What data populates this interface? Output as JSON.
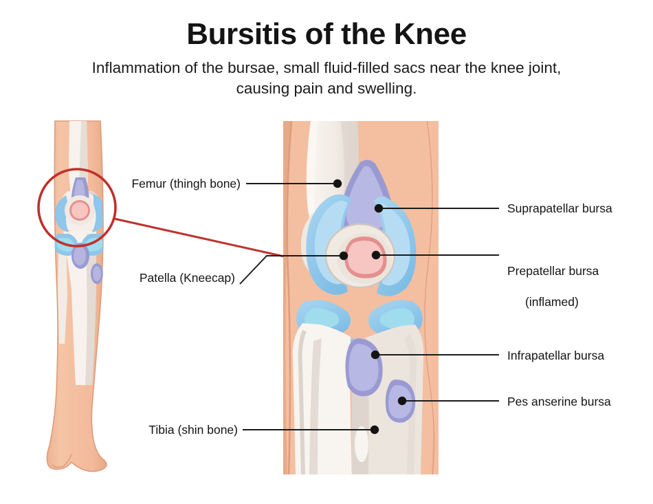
{
  "header": {
    "title": "Bursitis of the Knee",
    "subtitle": "Inflammation of the bursae, small fluid-filled sacs near the knee joint, causing pain and swelling."
  },
  "labels": {
    "femur": "Femur (thingh bone)",
    "patella": "Patella (Kneecap)",
    "tibia": "Tibia (shin bone)",
    "suprapatellar": "Suprapatellar bursa",
    "prepatellar_line1": "Prepatellar bursa",
    "prepatellar_line2": "(inflamed)",
    "infrapatellar": "Infrapatellar bursa",
    "pes_anserine": "Pes anserine bursa"
  },
  "colors": {
    "skin": "#f3bfa0",
    "skin_shade": "#eaae8d",
    "skin_outline": "#dd9b7c",
    "bone_light": "#f6f1ec",
    "bone_mid": "#e8e0d8",
    "bone_shadow": "#cfc6bf",
    "cartilage_blue": "#8fc6ea",
    "cartilage_blue_light": "#b6dcf3",
    "cartilage_blue_pale": "#9fdcee",
    "bursa_purple": "#9a9ad3",
    "bursa_purple_light": "#b8b8e4",
    "inflamed_ring": "#e4908f",
    "inflamed_fill": "#f7c6c3",
    "magnifier_red": "#c0302c",
    "leader_line": "#1a1a1a",
    "text": "#141414"
  },
  "figure": {
    "magnifier_label": "magnified knee region",
    "small_leg_label": "lower leg anatomical overview",
    "main_panel_label": "magnified knee cross-section"
  }
}
